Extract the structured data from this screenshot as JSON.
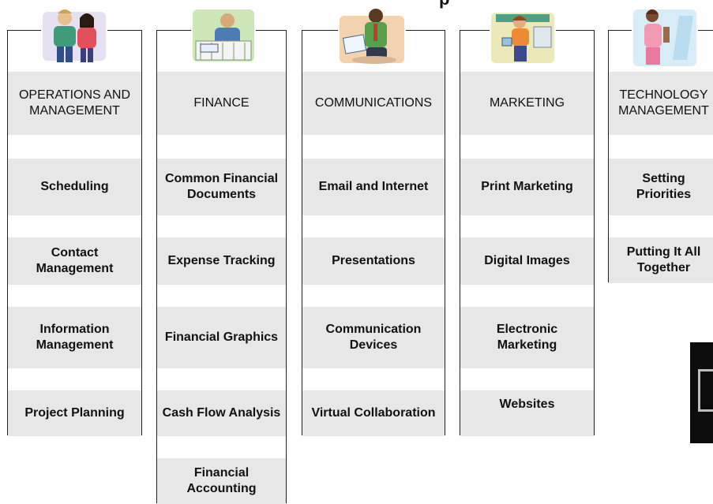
{
  "title_fragment": "p",
  "columns": [
    {
      "header": "OPERATIONS AND MANAGEMENT",
      "items": [
        "Scheduling",
        "Contact Management",
        "Information Management",
        "Project Planning"
      ]
    },
    {
      "header": "FINANCE",
      "items": [
        "Common Financial Documents",
        "Expense Tracking",
        "Financial Graphics",
        "Cash Flow Analysis",
        "Financial Accounting"
      ]
    },
    {
      "header": "COMMUNICATIONS",
      "items": [
        "Email and Internet",
        "Presentations",
        "Communication Devices",
        "Virtual Collaboration"
      ]
    },
    {
      "header": "MARKETING",
      "items": [
        "Print Marketing",
        "Digital Images",
        "Electronic Marketing",
        "Websites"
      ]
    },
    {
      "header": "TECHNOLOGY MANAGEMENT",
      "items": [
        "Setting Priorities",
        "Putting It All Together"
      ]
    }
  ],
  "illustrations": [
    "couple-clipart-icon",
    "finance-man-clipart-icon",
    "communications-man-clipart-icon",
    "marketing-woman-clipart-icon",
    "technology-woman-clipart-icon"
  ],
  "colors": {
    "cell_fill": "#e7e7e7",
    "border": "#222222"
  }
}
